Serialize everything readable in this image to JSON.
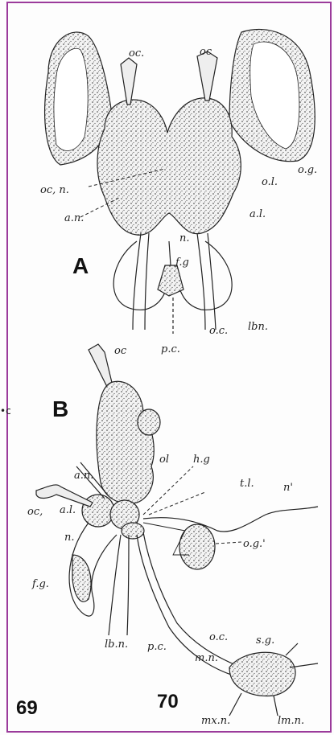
{
  "frame": {
    "border_color": "#9b3b9b"
  },
  "figure_a": {
    "panel_label": "A",
    "labels": {
      "oc_left": "oc.",
      "oc_right": "oc",
      "oc_n": "oc, n.",
      "ol": "o.l.",
      "og": "o.g.",
      "an": "a.n.",
      "al": "a.l.",
      "n": "n.",
      "fg": "f.g",
      "lbn": "lbn.",
      "oc2": "o.c.",
      "pc": "p.c."
    }
  },
  "figure_b": {
    "panel_label": "B",
    "labels": {
      "oc": "oc",
      "an": "a.n.",
      "ol": "ol",
      "hg": "h.g",
      "tl": "t.l.",
      "n1": "n'",
      "oc1": "oc,",
      "al": "a.l.",
      "n": "n.",
      "og1": "o.g.'",
      "fg": "f.g.",
      "lbn": "lb.n.",
      "pc": "p.c.",
      "oc2": "o.c.",
      "sg": "s.g.",
      "mn": "m.n.",
      "mxn": "mx.n.",
      "lmn": "lm.n."
    }
  },
  "page_numbers": {
    "left": "69",
    "right": "70"
  },
  "edge_mark": "•c"
}
